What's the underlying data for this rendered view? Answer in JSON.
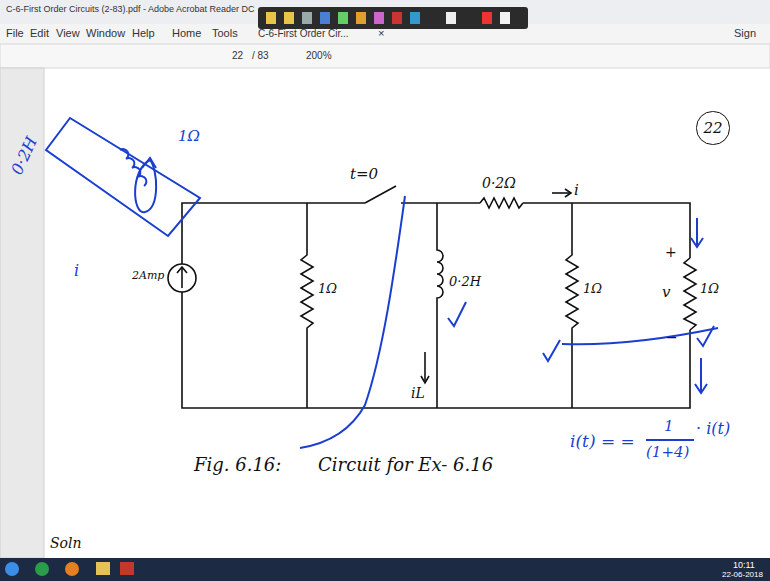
{
  "diagram": {
    "nodes": [
      {
        "text": [
          "22"
        ]
      }
    ],
    "labels": [
      "C-6-First Order Circuits (2-83).pdf - Adobe Acrobat Reader DC",
      "File",
      "Edit",
      "View",
      "Window",
      "Help",
      "Home",
      "Tools",
      "C-6-First Order Cir...",
      "×",
      "22",
      "/ 83",
      "200%",
      "Sign",
      "t=0",
      "0·2Ω",
      "i",
      "2Amp",
      "1Ω",
      "0·2H",
      "iL",
      "1Ω",
      "+",
      "v",
      "1Ω",
      "−",
      "Fig. 6.16:",
      "Circuit for Ex- 6.16",
      "0·2H",
      "i",
      "1Ω",
      "i(t) = =",
      "1",
      "(1+4)",
      "· i(t)",
      "Soln",
      "10:11",
      "22-06-2018"
    ]
  }
}
